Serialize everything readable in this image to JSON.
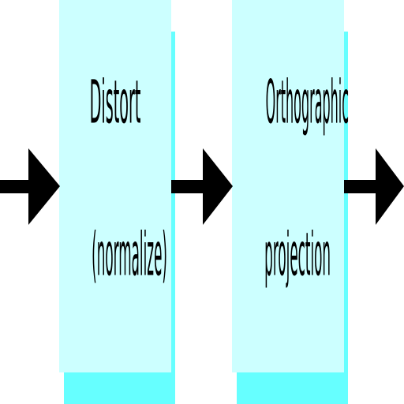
{
  "blocks": [
    {
      "line1": "Distort",
      "line2": "(normalize)"
    },
    {
      "line1": "Orthographic",
      "line2": "projection"
    }
  ],
  "colors": {
    "box_fill": "#ccffff",
    "box_shadow": "#66ffff",
    "arrow": "#000000",
    "text": "#000000"
  },
  "arrows": [
    "input-arrow",
    "middle-arrow",
    "output-arrow"
  ]
}
